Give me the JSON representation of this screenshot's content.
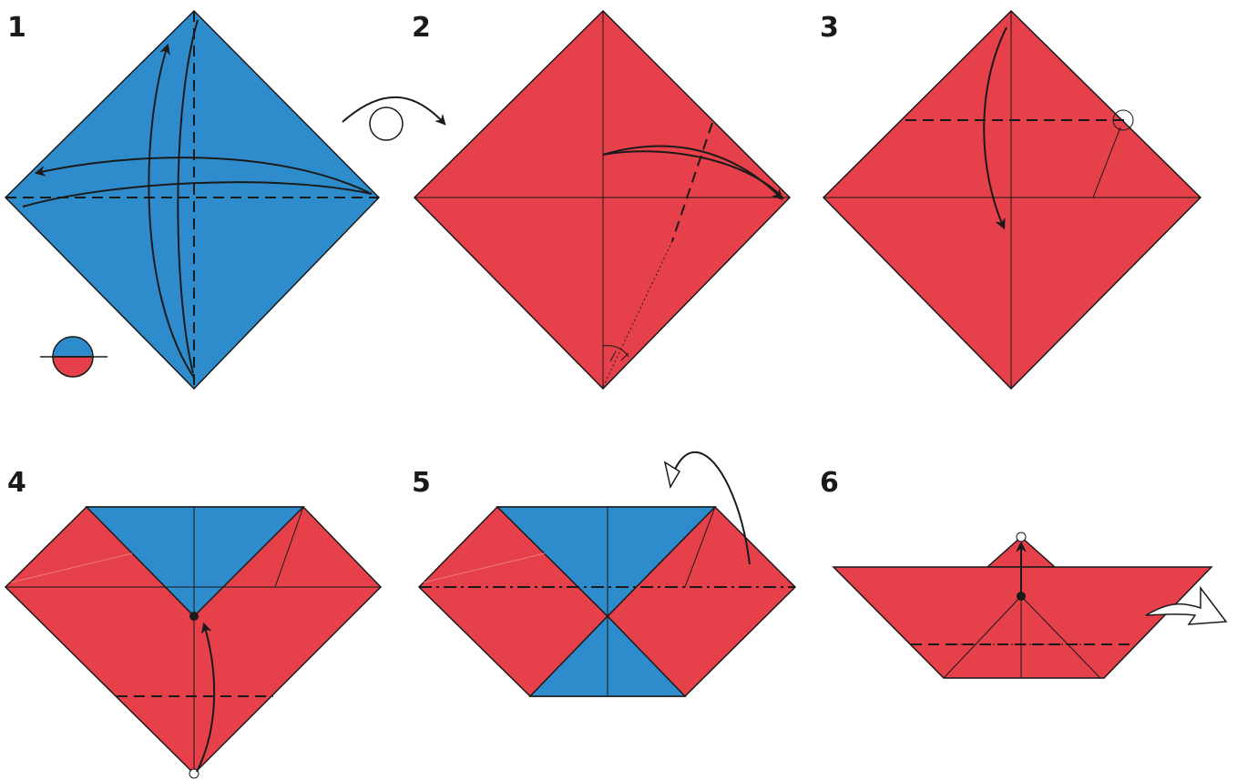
{
  "steps": [
    {
      "number": "1"
    },
    {
      "number": "2"
    },
    {
      "number": "3"
    },
    {
      "number": "4"
    },
    {
      "number": "5"
    },
    {
      "number": "6"
    }
  ],
  "colors": {
    "blue": "#2f8ccc",
    "red": "#e6404b",
    "line": "#1a1a1a"
  },
  "icons": [
    "turn-over-icon",
    "paper-color-legend-icon",
    "fold-arrow-icon",
    "turn-over-arrow-icon"
  ]
}
